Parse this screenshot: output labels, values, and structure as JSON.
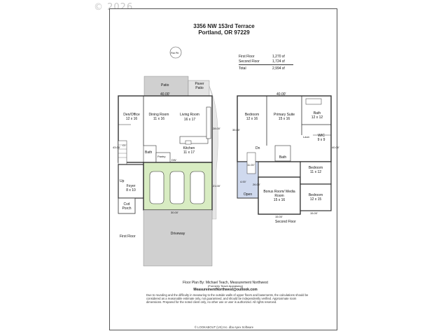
{
  "watermark": "© 2026",
  "address": {
    "line1": "3356 NW 153rd Terrace",
    "line2": "Portland, OR 97229"
  },
  "compass_label": "Fire Pit",
  "areas": [
    {
      "label": "First Floor",
      "value": "1,270 sf"
    },
    {
      "label": "Second Floor",
      "value": "1,724 sf"
    },
    {
      "label": "Total",
      "value": "2,994 sf"
    }
  ],
  "first_floor": {
    "title": "First Floor",
    "rooms": {
      "patio": "Patio",
      "paver_patio": "Paver Patio",
      "den": "Den/Office",
      "den_dim": "12 x 16",
      "dining": "Dining Room",
      "dining_dim": "11 x 16",
      "living": "Living Room",
      "living_dim": "16 x 17",
      "kitchen": "Kitchen",
      "kitchen_dim": "11 x 17",
      "bath": "Bath",
      "pantry": "Pantry",
      "foyer": "Foyer",
      "foyer_dim": "8 x 10",
      "up": "Up",
      "cvd_porch": "Cvd Porch",
      "driveway": "Driveway",
      "cl": "Cl",
      "dw": "DW"
    },
    "dims": {
      "top": "40.00'",
      "left": "43.00'",
      "right": "28.00'",
      "garage": "21.00'",
      "bottom": "30.00'"
    }
  },
  "second_floor": {
    "title": "Second Floor",
    "rooms": {
      "bed1": "Bedroom",
      "bed1_dim": "12 x 16",
      "primary": "Primary Suite",
      "primary_dim": "15 x 16",
      "bath_top": "Bath",
      "bath_top_dim": "12 x 12",
      "wic": "WIC",
      "wic_dim": "9 x 9",
      "dn": "Dn",
      "bath": "Bath",
      "bed2": "Bedroom",
      "bed2_dim": "11 x 12",
      "open": "Open",
      "bonus": "Bonus Room/ Media Room",
      "bonus_dim": "15 x 16",
      "bed3": "Bedroom",
      "bed3_dim": "12 x 15",
      "laun": "Laun"
    },
    "dims": {
      "top": "40.00'",
      "left": "35.00'",
      "right": "40.00'",
      "inner1": "11.00'",
      "inner2": "26.00'",
      "inner3": "4.00'",
      "bottom": "15.00'",
      "bottom2": "15.00'"
    }
  },
  "credits": {
    "line1": "Floor Plan By: Michael Teach, Measurement Northwest",
    "line2": "(Formerly Teach Appraising)",
    "line3": "MeasurementNorthwest@outlook.com",
    "disclaimer": "Due to rounding and the difficulty in measuring to the outside walls of upper floors and basements, the calculations should be considered as a reasonable estimate only, not guaranteed, and should be independently verified. Approximate room dimensions. Prepared for the noted client only, no other use or user is authorized. All rights reserved.",
    "bottom": "© LOOKABOUT (US) Inc. dba Apex Software"
  },
  "colors": {
    "garage_fill": "#d8ecc2",
    "patio_fill": "#d0d0d0",
    "open_fill": "#cfd9ee",
    "wall": "#333333"
  }
}
